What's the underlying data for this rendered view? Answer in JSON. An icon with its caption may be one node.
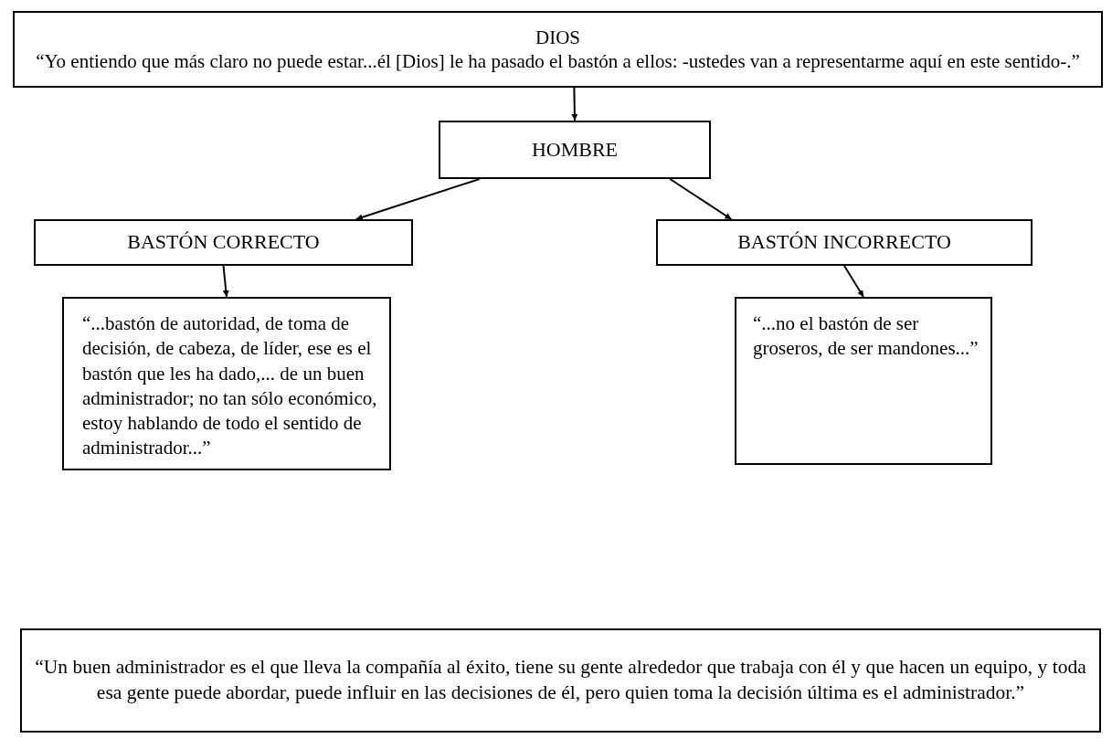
{
  "diagram": {
    "nodes": [
      {
        "text": [
          "DIOS",
          "“Yo entiendo que más claro no puede estar...él [Dios] le ha pasado el bastón a ellos: -ustedes van a representarme aquí en este sentido-.”"
        ]
      },
      {
        "text": [
          "HOMBRE"
        ]
      },
      {
        "text": [
          "BASTÓN CORRECTO"
        ]
      },
      {
        "text": [
          "BASTÓN INCORRECTO"
        ]
      },
      {
        "text": [
          "“...bastón de autoridad, de toma de decisión, de cabeza, de líder, ese es el bastón que les ha dado,... de un buen administrador; no tan sólo económico, estoy hablando de todo el sentido de administrador...”"
        ]
      },
      {
        "text": [
          "“...no el bastón de ser groseros, de ser mandones...”"
        ]
      },
      {
        "text": [
          "“Un buen administrador es el que lleva la compañía al éxito, tiene su gente alrededor que trabaja con él y que hacen un equipo, y toda esa gente puede abordar, puede influir en las decisiones de él, pero quien toma la decisión última es el administrador.”"
        ]
      }
    ],
    "edges": [
      {
        "from": 0,
        "to": 1,
        "arrow": "to"
      },
      {
        "from": 1,
        "to": 2,
        "arrow": "to"
      },
      {
        "from": 1,
        "to": 3,
        "arrow": "to"
      },
      {
        "from": 2,
        "to": 4,
        "arrow": "to"
      },
      {
        "from": 3,
        "to": 5,
        "arrow": "to"
      }
    ]
  }
}
